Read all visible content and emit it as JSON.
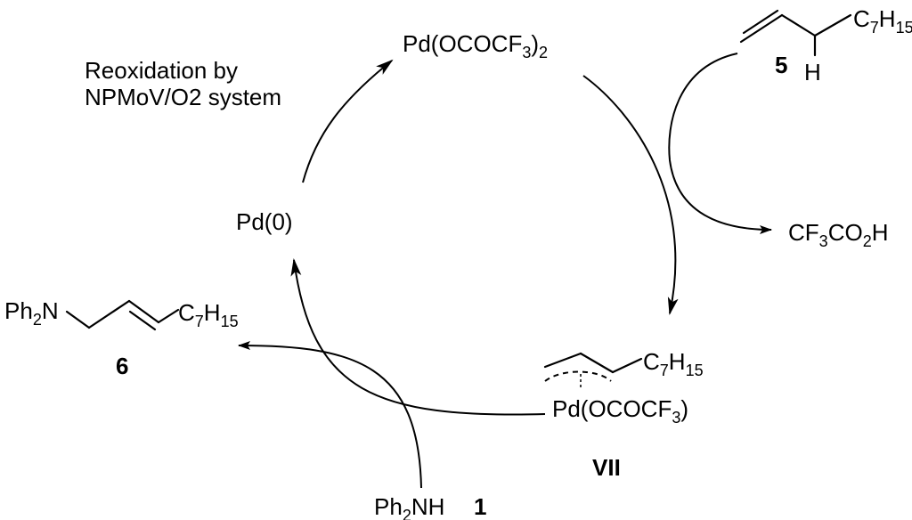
{
  "species": {
    "pd_tfa": {
      "main": "Pd(OCOCF",
      "sub1": "3",
      "close": ")",
      "sub2": "2"
    },
    "pd0": "Pd(0)",
    "reoxidation": {
      "line1": "Reoxidation by",
      "line2": "NPMoV/O2 system"
    },
    "alkene": {
      "number": "5",
      "h_label": "H",
      "chain": {
        "main": "C",
        "sub1": "7",
        "h": "H",
        "sub2": "15"
      }
    },
    "tfa_acid": {
      "cf": "CF",
      "sub1": "3",
      "co": "CO",
      "sub2": "2",
      "h": "H"
    },
    "allyl_complex": {
      "chain": {
        "main": "C",
        "sub1": "7",
        "h": "H",
        "sub2": "15"
      },
      "pd_main": "Pd(OCOCF",
      "pd_sub": "3",
      "pd_close": ")",
      "number": "VII"
    },
    "amine": {
      "ph": "Ph",
      "sub": "2",
      "nh": "NH",
      "number": "1"
    },
    "product": {
      "ph": "Ph",
      "sub": "2",
      "n": "N",
      "chain": {
        "main": "C",
        "sub1": "7",
        "h": "H",
        "sub2": "15"
      },
      "number": "6"
    }
  }
}
